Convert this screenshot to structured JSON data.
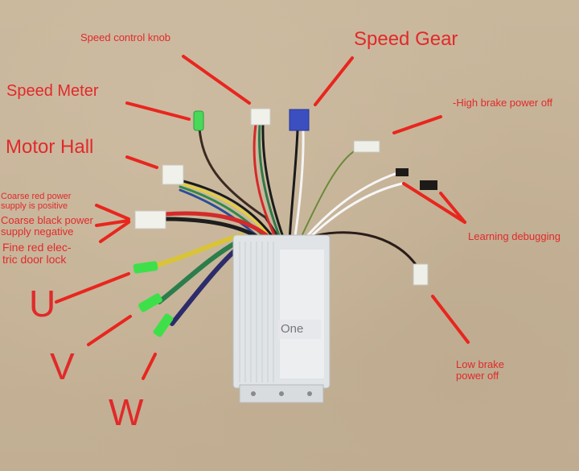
{
  "diagram": {
    "title": "E-bike brushless motor controller wiring",
    "labels": {
      "speed_control_knob": "Speed control knob",
      "speed_gear": "Speed Gear",
      "speed_meter": "Speed Meter",
      "high_brake": "-High brake power off",
      "motor_hall": "Motor Hall",
      "coarse_red_1": "Coarse red power",
      "coarse_red_2": "supply is positive",
      "coarse_black_1": "Coarse black power",
      "coarse_black_2": "supply negative",
      "fine_red_1": "Fine red elec-",
      "fine_red_2": "tric door lock",
      "learning": "Learning debugging",
      "u_phase": "U",
      "v_phase": "V",
      "w_phase": "W",
      "low_brake_1": "Low brake",
      "low_brake_2": "power off",
      "box_tag": "One"
    },
    "colors": {
      "label": "#e12a2a",
      "arrow": "#e8261e",
      "background": "#c7b499",
      "controller_body": "#dfe3e6",
      "connector_white": "#eeeeea",
      "connector_blue": "#3b4fc0",
      "connector_green": "#3ee04a"
    }
  }
}
